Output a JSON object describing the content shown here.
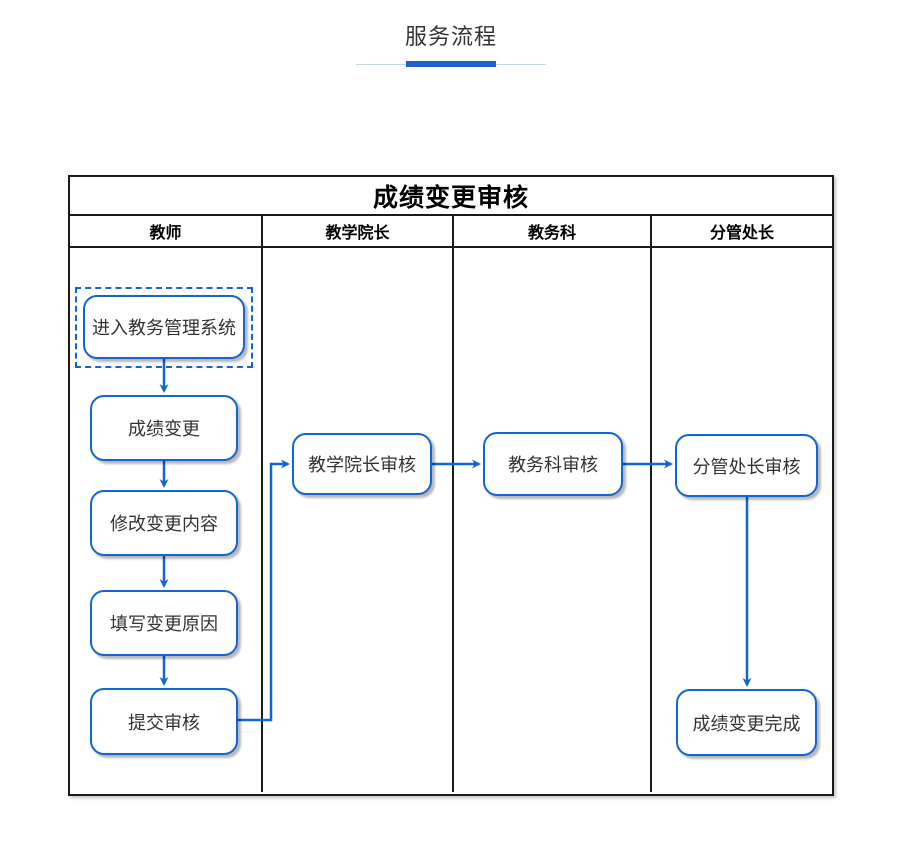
{
  "page": {
    "title": "服务流程"
  },
  "flowchart": {
    "title": "成绩变更审核",
    "lanes": [
      {
        "label": "教师"
      },
      {
        "label": "教学院长"
      },
      {
        "label": "教务科"
      },
      {
        "label": "分管处长"
      }
    ],
    "nodes": [
      {
        "id": "enter-system",
        "label": "进入教务管理系统",
        "lane": "教师",
        "start": true
      },
      {
        "id": "grade-change",
        "label": "成绩变更",
        "lane": "教师"
      },
      {
        "id": "modify-content",
        "label": "修改变更内容",
        "lane": "教师"
      },
      {
        "id": "fill-reason",
        "label": "填写变更原因",
        "lane": "教师"
      },
      {
        "id": "submit-review",
        "label": "提交审核",
        "lane": "教师"
      },
      {
        "id": "dean-review",
        "label": "教学院长审核",
        "lane": "教学院长"
      },
      {
        "id": "office-review",
        "label": "教务科审核",
        "lane": "教务科"
      },
      {
        "id": "director-review",
        "label": "分管处长审核",
        "lane": "分管处长"
      },
      {
        "id": "complete",
        "label": "成绩变更完成",
        "lane": "分管处长"
      }
    ],
    "edges": [
      [
        "enter-system",
        "grade-change"
      ],
      [
        "grade-change",
        "modify-content"
      ],
      [
        "modify-content",
        "fill-reason"
      ],
      [
        "fill-reason",
        "submit-review"
      ],
      [
        "submit-review",
        "dean-review"
      ],
      [
        "dean-review",
        "office-review"
      ],
      [
        "office-review",
        "director-review"
      ],
      [
        "director-review",
        "complete"
      ]
    ],
    "colors": {
      "node_border": "#1265d2",
      "arrow": "#1265d2",
      "frame_border": "#1a1a1a",
      "accent_bar": "#2161ce",
      "accent_line": "#c9d6ee"
    }
  }
}
